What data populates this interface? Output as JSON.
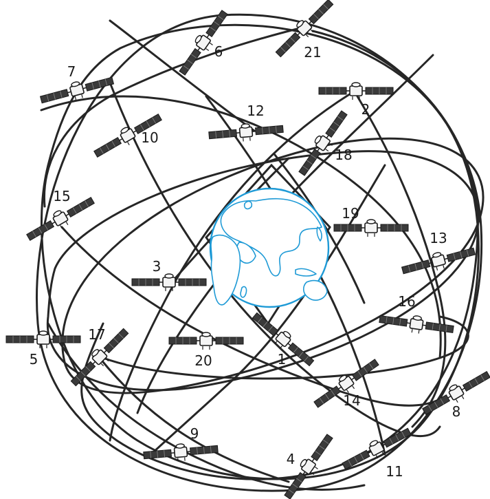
{
  "diagram": {
    "colors": {
      "orbit": "#262626",
      "earth_outline": "#1e9ad6",
      "background": "#ffffff"
    },
    "earth": {
      "icon": "earth-globe-icon"
    },
    "satellites": [
      {
        "label": "1",
        "icon": "satellite-icon"
      },
      {
        "label": "2",
        "icon": "satellite-icon"
      },
      {
        "label": "3",
        "icon": "satellite-icon"
      },
      {
        "label": "4",
        "icon": "satellite-icon"
      },
      {
        "label": "5",
        "icon": "satellite-icon"
      },
      {
        "label": "6",
        "icon": "satellite-icon"
      },
      {
        "label": "7",
        "icon": "satellite-icon"
      },
      {
        "label": "8",
        "icon": "satellite-icon"
      },
      {
        "label": "9",
        "icon": "satellite-icon"
      },
      {
        "label": "10",
        "icon": "satellite-icon"
      },
      {
        "label": "11",
        "icon": "satellite-icon"
      },
      {
        "label": "12",
        "icon": "satellite-icon"
      },
      {
        "label": "13",
        "icon": "satellite-icon"
      },
      {
        "label": "14",
        "icon": "satellite-icon"
      },
      {
        "label": "15",
        "icon": "satellite-icon"
      },
      {
        "label": "16",
        "icon": "satellite-icon"
      },
      {
        "label": "17",
        "icon": "satellite-icon"
      },
      {
        "label": "18",
        "icon": "satellite-icon"
      },
      {
        "label": "19",
        "icon": "satellite-icon"
      },
      {
        "label": "20",
        "icon": "satellite-icon"
      },
      {
        "label": "21",
        "icon": "satellite-icon"
      }
    ]
  }
}
